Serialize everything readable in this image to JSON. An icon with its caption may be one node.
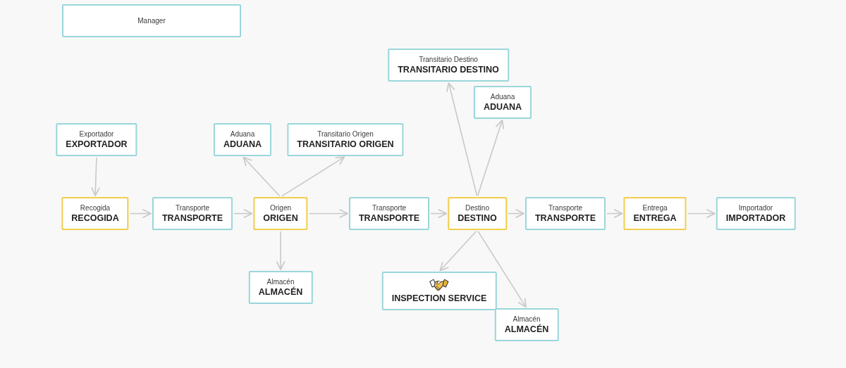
{
  "diagram": {
    "nodes": [
      {
        "text": [
          "Manager"
        ]
      },
      {
        "text": [
          "Transitario Destino",
          "TRANSITARIO DESTINO"
        ]
      },
      {
        "text": [
          "Aduana",
          "ADUANA"
        ]
      },
      {
        "text": [
          "Exportador",
          "EXPORTADOR"
        ]
      },
      {
        "text": [
          "Aduana",
          "ADUANA"
        ]
      },
      {
        "text": [
          "Transitario Origen",
          "TRANSITARIO ORIGEN"
        ]
      },
      {
        "text": [
          "Recogida",
          "RECOGIDA"
        ]
      },
      {
        "text": [
          "Transporte",
          "TRANSPORTE"
        ]
      },
      {
        "text": [
          "Origen",
          "ORIGEN"
        ]
      },
      {
        "text": [
          "Transporte",
          "TRANSPORTE"
        ]
      },
      {
        "text": [
          "Destino",
          "DESTINO"
        ]
      },
      {
        "text": [
          "Transporte",
          "TRANSPORTE"
        ]
      },
      {
        "text": [
          "Entrega",
          "ENTREGA"
        ]
      },
      {
        "text": [
          "Importador",
          "IMPORTADOR"
        ]
      },
      {
        "text": [
          "Almacén",
          "ALMACÉN"
        ]
      },
      {
        "text": [
          "INSPECTION SERVICE"
        ]
      },
      {
        "text": [
          "Almacén",
          "ALMACÉN"
        ]
      }
    ],
    "edges": [
      {
        "from": 3,
        "to": 6,
        "arrow": "to"
      },
      {
        "from": 6,
        "to": 7,
        "arrow": "to"
      },
      {
        "from": 7,
        "to": 8,
        "arrow": "to"
      },
      {
        "from": 8,
        "to": 4,
        "arrow": "to"
      },
      {
        "from": 8,
        "to": 5,
        "arrow": "to"
      },
      {
        "from": 8,
        "to": 9,
        "arrow": "to"
      },
      {
        "from": 8,
        "to": 14,
        "arrow": "to"
      },
      {
        "from": 9,
        "to": 10,
        "arrow": "to"
      },
      {
        "from": 10,
        "to": 1,
        "arrow": "to"
      },
      {
        "from": 10,
        "to": 2,
        "arrow": "to"
      },
      {
        "from": 10,
        "to": 11,
        "arrow": "to"
      },
      {
        "from": 10,
        "to": 15,
        "arrow": "to"
      },
      {
        "from": 10,
        "to": 16,
        "arrow": "to"
      },
      {
        "from": 11,
        "to": 12,
        "arrow": "to"
      },
      {
        "from": 12,
        "to": 13,
        "arrow": "to"
      }
    ]
  }
}
